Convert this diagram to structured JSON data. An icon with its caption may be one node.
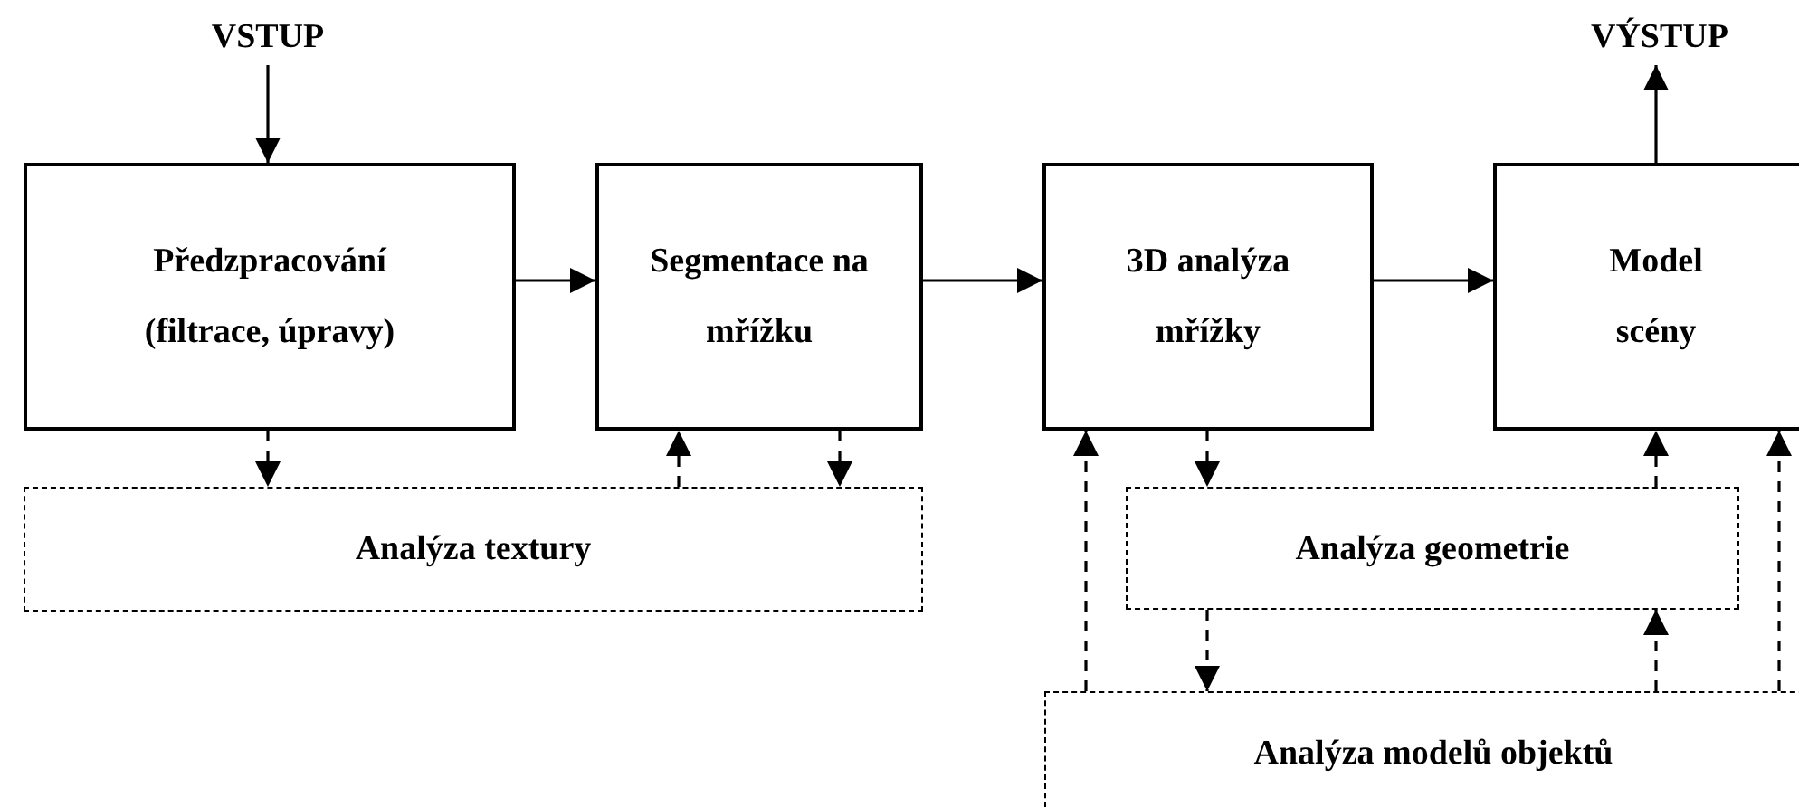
{
  "diagram": {
    "nodes": [
      {
        "text": [
          "VSTUP"
        ]
      },
      {
        "text": [
          "Předzpracování (filtrace, úpravy)"
        ]
      },
      {
        "text": [
          "Segmentace na mřížku"
        ]
      },
      {
        "text": [
          "3D analýza mřížky"
        ]
      },
      {
        "text": [
          "Model scény"
        ]
      },
      {
        "text": [
          "VÝSTUP"
        ]
      },
      {
        "text": [
          "Analýza textury"
        ]
      },
      {
        "text": [
          "Analýza geometrie"
        ]
      },
      {
        "text": [
          "Analýza modelů objektů"
        ]
      }
    ],
    "edges": [
      {
        "from": 0,
        "to": 1,
        "arrow": "to"
      },
      {
        "from": 1,
        "to": 2,
        "arrow": "to"
      },
      {
        "from": 2,
        "to": 3,
        "arrow": "to"
      },
      {
        "from": 3,
        "to": 4,
        "arrow": "to"
      },
      {
        "from": 4,
        "to": 5,
        "arrow": "to"
      },
      {
        "from": 1,
        "to": 6,
        "arrow": "to",
        "style": "dashed"
      },
      {
        "from": 6,
        "to": 2,
        "arrow": "to",
        "style": "dashed"
      },
      {
        "from": 2,
        "to": 6,
        "arrow": "to",
        "style": "dashed"
      },
      {
        "from": 3,
        "to": 7,
        "arrow": "to",
        "style": "dashed"
      },
      {
        "from": 7,
        "to": 4,
        "arrow": "to",
        "style": "dashed"
      },
      {
        "from": 7,
        "to": 8,
        "arrow": "to",
        "style": "dashed"
      },
      {
        "from": 8,
        "to": 7,
        "arrow": "to",
        "style": "dashed"
      },
      {
        "from": 8,
        "to": 3,
        "arrow": "to",
        "style": "dashed"
      },
      {
        "from": 8,
        "to": 4,
        "arrow": "to",
        "style": "dashed"
      }
    ]
  }
}
